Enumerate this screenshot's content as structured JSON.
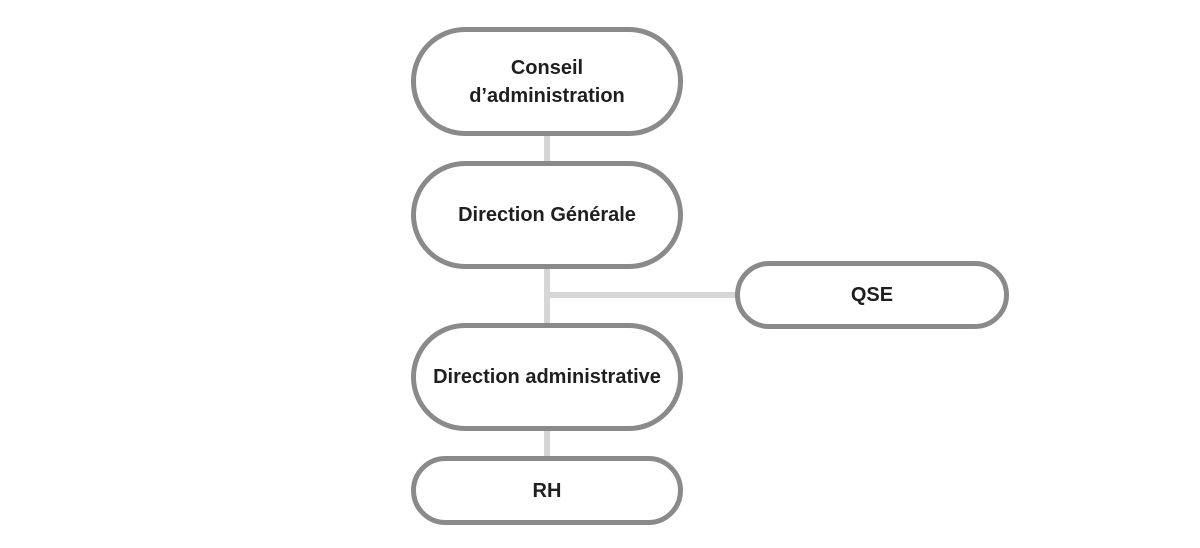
{
  "diagram": {
    "nodes": {
      "conseil": {
        "line1": "Conseil",
        "line2": "d’administration"
      },
      "direction_generale": {
        "label": "Direction Générale"
      },
      "qse": {
        "label": "QSE"
      },
      "direction_administrative": {
        "label": "Direction administrative"
      },
      "rh": {
        "label": "RH"
      }
    },
    "colors": {
      "node_border": "#8a8a8a",
      "connector": "#d6d6d6",
      "text": "#1f1f1f"
    }
  }
}
